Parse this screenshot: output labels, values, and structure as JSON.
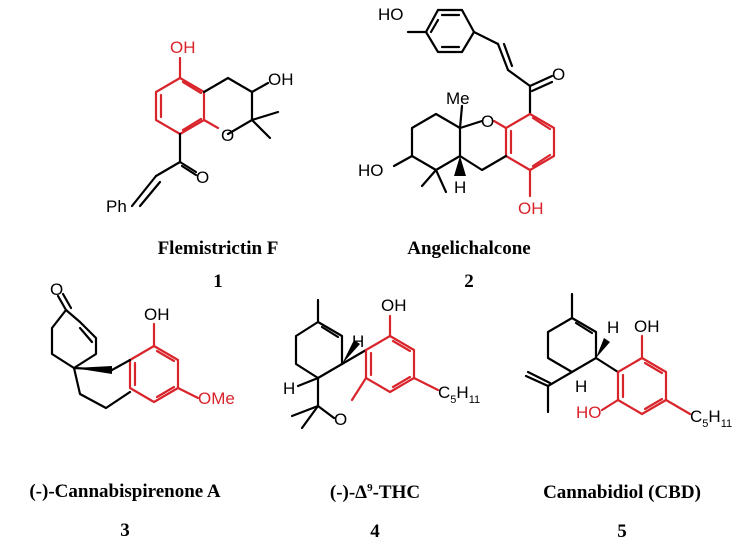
{
  "compounds": [
    {
      "name": "Flemistrictin F",
      "number": "1",
      "labels": {
        "oh_top": "OH",
        "oh_ring": "OH",
        "o_ring": "O",
        "o_carbonyl": "O",
        "ph": "Ph"
      }
    },
    {
      "name": "Angelichalcone",
      "number": "2",
      "labels": {
        "ho_top": "HO",
        "o_carbonyl": "O",
        "me": "Me",
        "o_ring": "O",
        "ho_left": "HO",
        "h": "H",
        "oh_bottom": "OH"
      }
    },
    {
      "name": "(-)-Cannabispirenone A",
      "number": "3",
      "labels": {
        "o_ketone": "O",
        "oh": "OH",
        "ome": "OMe"
      }
    },
    {
      "name": "(-)-Δ⁹-THC",
      "number": "4",
      "name_parts": {
        "prefix": "(-)-Δ",
        "sup": "9",
        "suffix": "-THC"
      },
      "labels": {
        "h_top": "H",
        "h_left": "H",
        "oh": "OH",
        "o_ring": "O",
        "c5h11_main": "C",
        "c5h11_sub5": "5",
        "c5h11_h": "H",
        "c5h11_sub11": "11"
      }
    },
    {
      "name": "Cannabidiol (CBD)",
      "number": "5",
      "labels": {
        "h_top": "H",
        "h_left": "H",
        "oh_top": "OH",
        "ho_bottom": "HO",
        "c5h11_main": "C",
        "c5h11_sub5": "5",
        "c5h11_h": "H",
        "c5h11_sub11": "11"
      }
    }
  ],
  "colors": {
    "highlight": "#d9242b",
    "bond": "#000000"
  }
}
